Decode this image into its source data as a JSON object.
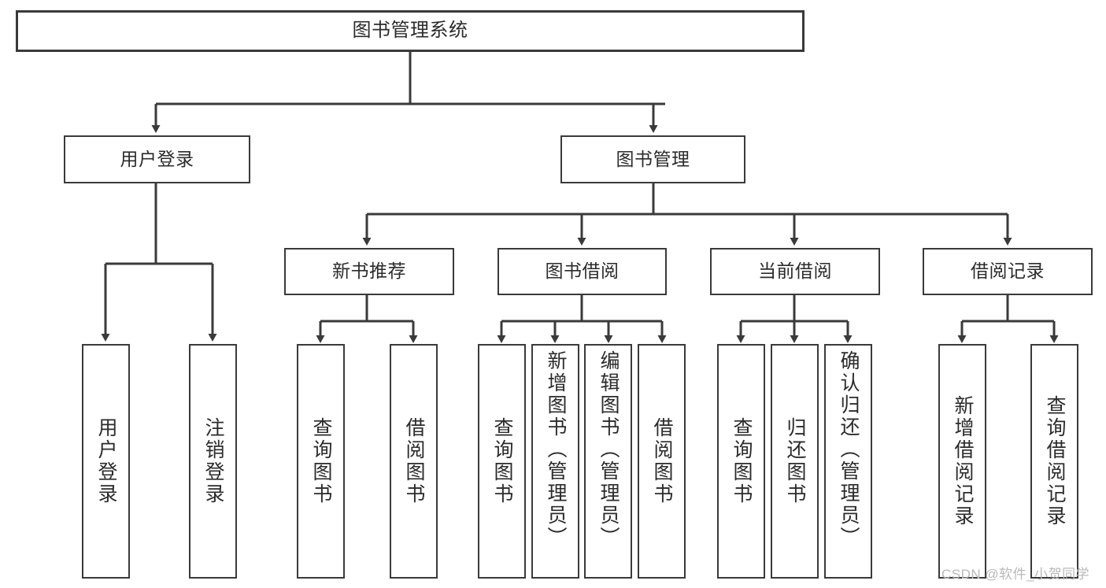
{
  "diagram": {
    "title_node": {
      "label": "图书管理系统"
    },
    "level1": [
      {
        "label": "用户登录"
      },
      {
        "label": "图书管理"
      }
    ],
    "level2": [
      {
        "label": "新书推荐"
      },
      {
        "label": "图书借阅"
      },
      {
        "label": "当前借阅"
      },
      {
        "label": "借阅记录"
      }
    ],
    "leaves": {
      "user_login": [
        {
          "label": "用户登录"
        },
        {
          "label": "注销登录"
        }
      ],
      "new_book_recommend": [
        {
          "label": "查询图书"
        },
        {
          "label": "借阅图书"
        }
      ],
      "book_borrow": [
        {
          "label": "查询图书"
        },
        {
          "label": "新增图书（管理员）"
        },
        {
          "label": "编辑图书（管理员）"
        },
        {
          "label": "借阅图书"
        }
      ],
      "current_borrow": [
        {
          "label": "查询图书"
        },
        {
          "label": "归还图书"
        },
        {
          "label": "确认归还（管理员）"
        }
      ],
      "borrow_record": [
        {
          "label": "新增借阅记录"
        },
        {
          "label": "查询借阅记录"
        }
      ]
    }
  },
  "watermark": {
    "text": "CSDN @软件_小贺同学"
  },
  "colors": {
    "stroke": "#3a3a3a",
    "text": "#2b2b2b",
    "background": "#ffffff",
    "watermark": "#b9b9b9"
  }
}
